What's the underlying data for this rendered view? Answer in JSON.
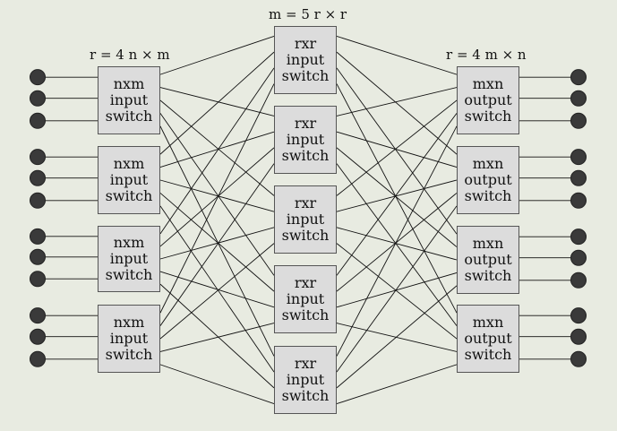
{
  "labels": {
    "left": "r = 4 n × m",
    "middle": "m = 5 r × r",
    "right": "r = 4 m × n"
  },
  "input_switches": [
    {
      "lines": [
        "nxm",
        "input",
        "switch"
      ]
    },
    {
      "lines": [
        "nxm",
        "input",
        "switch"
      ]
    },
    {
      "lines": [
        "nxm",
        "input",
        "switch"
      ]
    },
    {
      "lines": [
        "nxm",
        "input",
        "switch"
      ]
    }
  ],
  "middle_switches": [
    {
      "lines": [
        "rxr",
        "input",
        "switch"
      ]
    },
    {
      "lines": [
        "rxr",
        "input",
        "switch"
      ]
    },
    {
      "lines": [
        "rxr",
        "input",
        "switch"
      ]
    },
    {
      "lines": [
        "rxr",
        "input",
        "switch"
      ]
    },
    {
      "lines": [
        "rxr",
        "input",
        "switch"
      ]
    }
  ],
  "output_switches": [
    {
      "lines": [
        "mxn",
        "output",
        "switch"
      ]
    },
    {
      "lines": [
        "mxn",
        "output",
        "switch"
      ]
    },
    {
      "lines": [
        "mxn",
        "output",
        "switch"
      ]
    },
    {
      "lines": [
        "mxn",
        "output",
        "switch"
      ]
    }
  ],
  "colors": {
    "background": "#e8ebe1",
    "switch_fill": "#dcdcdc",
    "line": "#111111",
    "terminal": "#3a3a3a"
  }
}
